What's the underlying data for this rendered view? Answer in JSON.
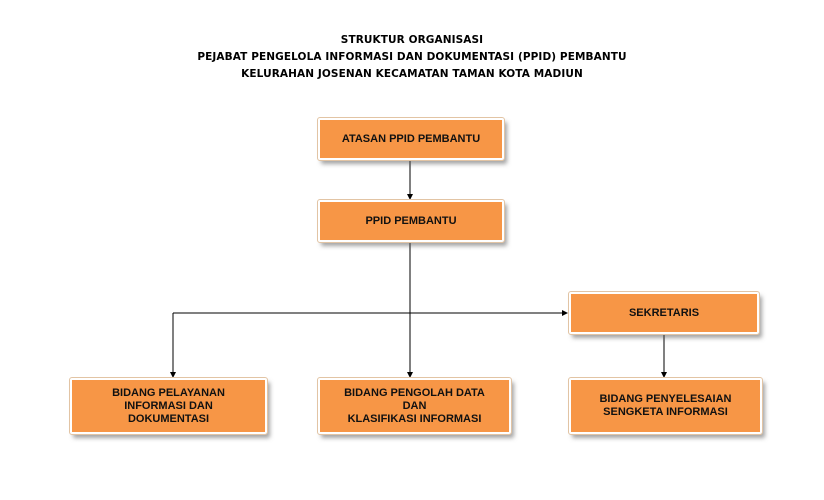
{
  "title": {
    "line1": "STRUKTUR ORGANISASI",
    "line2": "PEJABAT PENGELOLA INFORMASI DAN DOKUMENTASI (PPID) PEMBANTU",
    "line3": "KELURAHAN JOSENAN KECAMATAN TAMAN KOTA MADIUN"
  },
  "nodes": {
    "atasan": "ATASAN PPID PEMBANTU",
    "ppid": "PPID PEMBANTU",
    "sekretaris": "SEKRETARIS",
    "bidang_pelayanan": "BIDANG PELAYANAN\nINFORMASI DAN\nDOKUMENTASI",
    "bidang_pengolah": "BIDANG PENGOLAH DATA\nDAN\nKLASIFIKASI INFORMASI",
    "bidang_penyelesaian": "BIDANG PENYELESAIAN\nSENGKETA INFORMASI"
  },
  "colors": {
    "box_fill": "#f79646",
    "connector": "#000000"
  }
}
